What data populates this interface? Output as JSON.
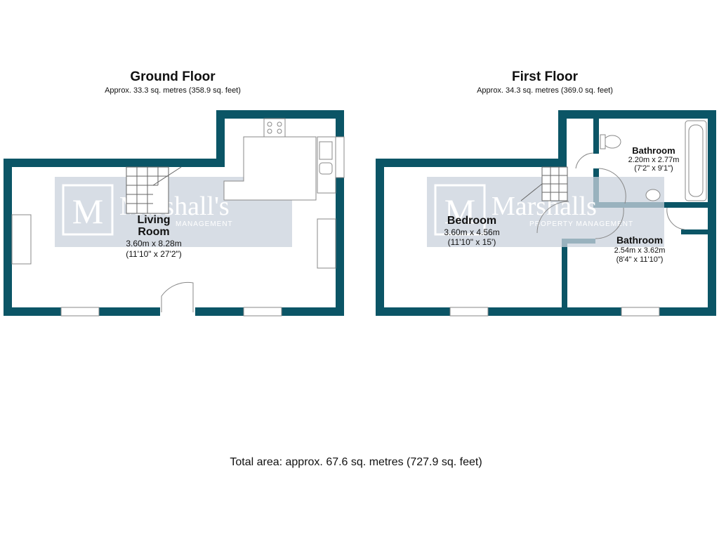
{
  "ground_floor": {
    "title": "Ground Floor",
    "area": "Approx. 33.3 sq. metres (358.9 sq. feet)",
    "rooms": [
      {
        "name_line1": "Living",
        "name_line2": "Room",
        "metric": "3.60m x 8.28m",
        "imperial": "(11'10\" x 27'2\")"
      }
    ]
  },
  "first_floor": {
    "title": "First Floor",
    "area": "Approx. 34.3 sq. metres (369.0 sq. feet)",
    "rooms": [
      {
        "name": "Bedroom",
        "metric": "3.60m x 4.56m",
        "imperial": "(11'10\" x 15')"
      },
      {
        "name": "Bathroom",
        "metric": "2.20m x 2.77m",
        "imperial": "(7'2\" x 9'1\")"
      },
      {
        "name": "Bathroom",
        "metric": "2.54m x 3.62m",
        "imperial": "(8'4\" x 11'10\")"
      }
    ]
  },
  "watermark": {
    "brand": "Marshalls",
    "brand_ground": "Marshall's",
    "tagline": "PROPERTY MANAGEMENT",
    "tagline_ground": "MANAGEMENT"
  },
  "total": "Total area: approx. 67.6 sq. metres (727.9 sq. feet)",
  "colors": {
    "wall": "#0b5566",
    "watermark": "#c9d2dc",
    "fixture": "#888888"
  }
}
